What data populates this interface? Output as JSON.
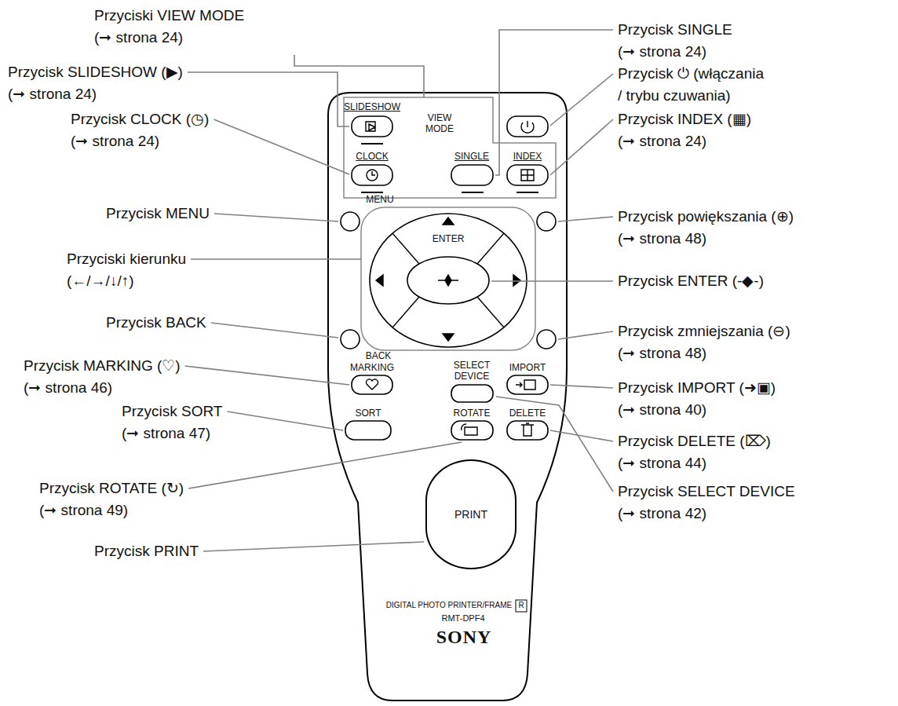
{
  "diagram": {
    "nodes": [
      {
        "text": [
          "PRINT"
        ]
      }
    ],
    "labels": [
      "Przyciski VIEW MODE (➞ strona 24)",
      "Przycisk SINGLE (➞ strona 24)",
      "Przycisk SLIDESHOW (▶) (➞ strona 24)",
      "Przycisk ⏻ (włączania / trybu czuwania)",
      "Przycisk CLOCK (◷) (➞ strona 24)",
      "Przycisk INDEX (▦) (➞ strona 24)",
      "Przycisk MENU",
      "Przycisk powiększania (⊕) (➞ strona 48)",
      "Przyciski kierunku (←/→/↓/↑)",
      "Przycisk ENTER (-◆-)",
      "Przycisk BACK",
      "Przycisk zmniejszania (⊖) (➞ strona 48)",
      "Przycisk MARKING (♡) (➞ strona 46)",
      "Przycisk IMPORT (➜▣) (➞ strona 40)",
      "Przycisk SORT (➞ strona 47)",
      "Przycisk DELETE (⌦) (➞ strona 44)",
      "Przycisk ROTATE (↻) (➞ strona 49)",
      "Przycisk SELECT DEVICE (➞ strona 42)",
      "Przycisk PRINT",
      "SLIDESHOW",
      "VIEW MODE",
      "CLOCK",
      "SINGLE",
      "INDEX",
      "MENU",
      "ENTER",
      "BACK",
      "MARKING",
      "SELECT DEVICE",
      "IMPORT",
      "SORT",
      "ROTATE",
      "DELETE",
      "DIGITAL PHOTO PRINTER/FRAME",
      "R",
      "RMT-DPF4",
      "SONY"
    ]
  }
}
